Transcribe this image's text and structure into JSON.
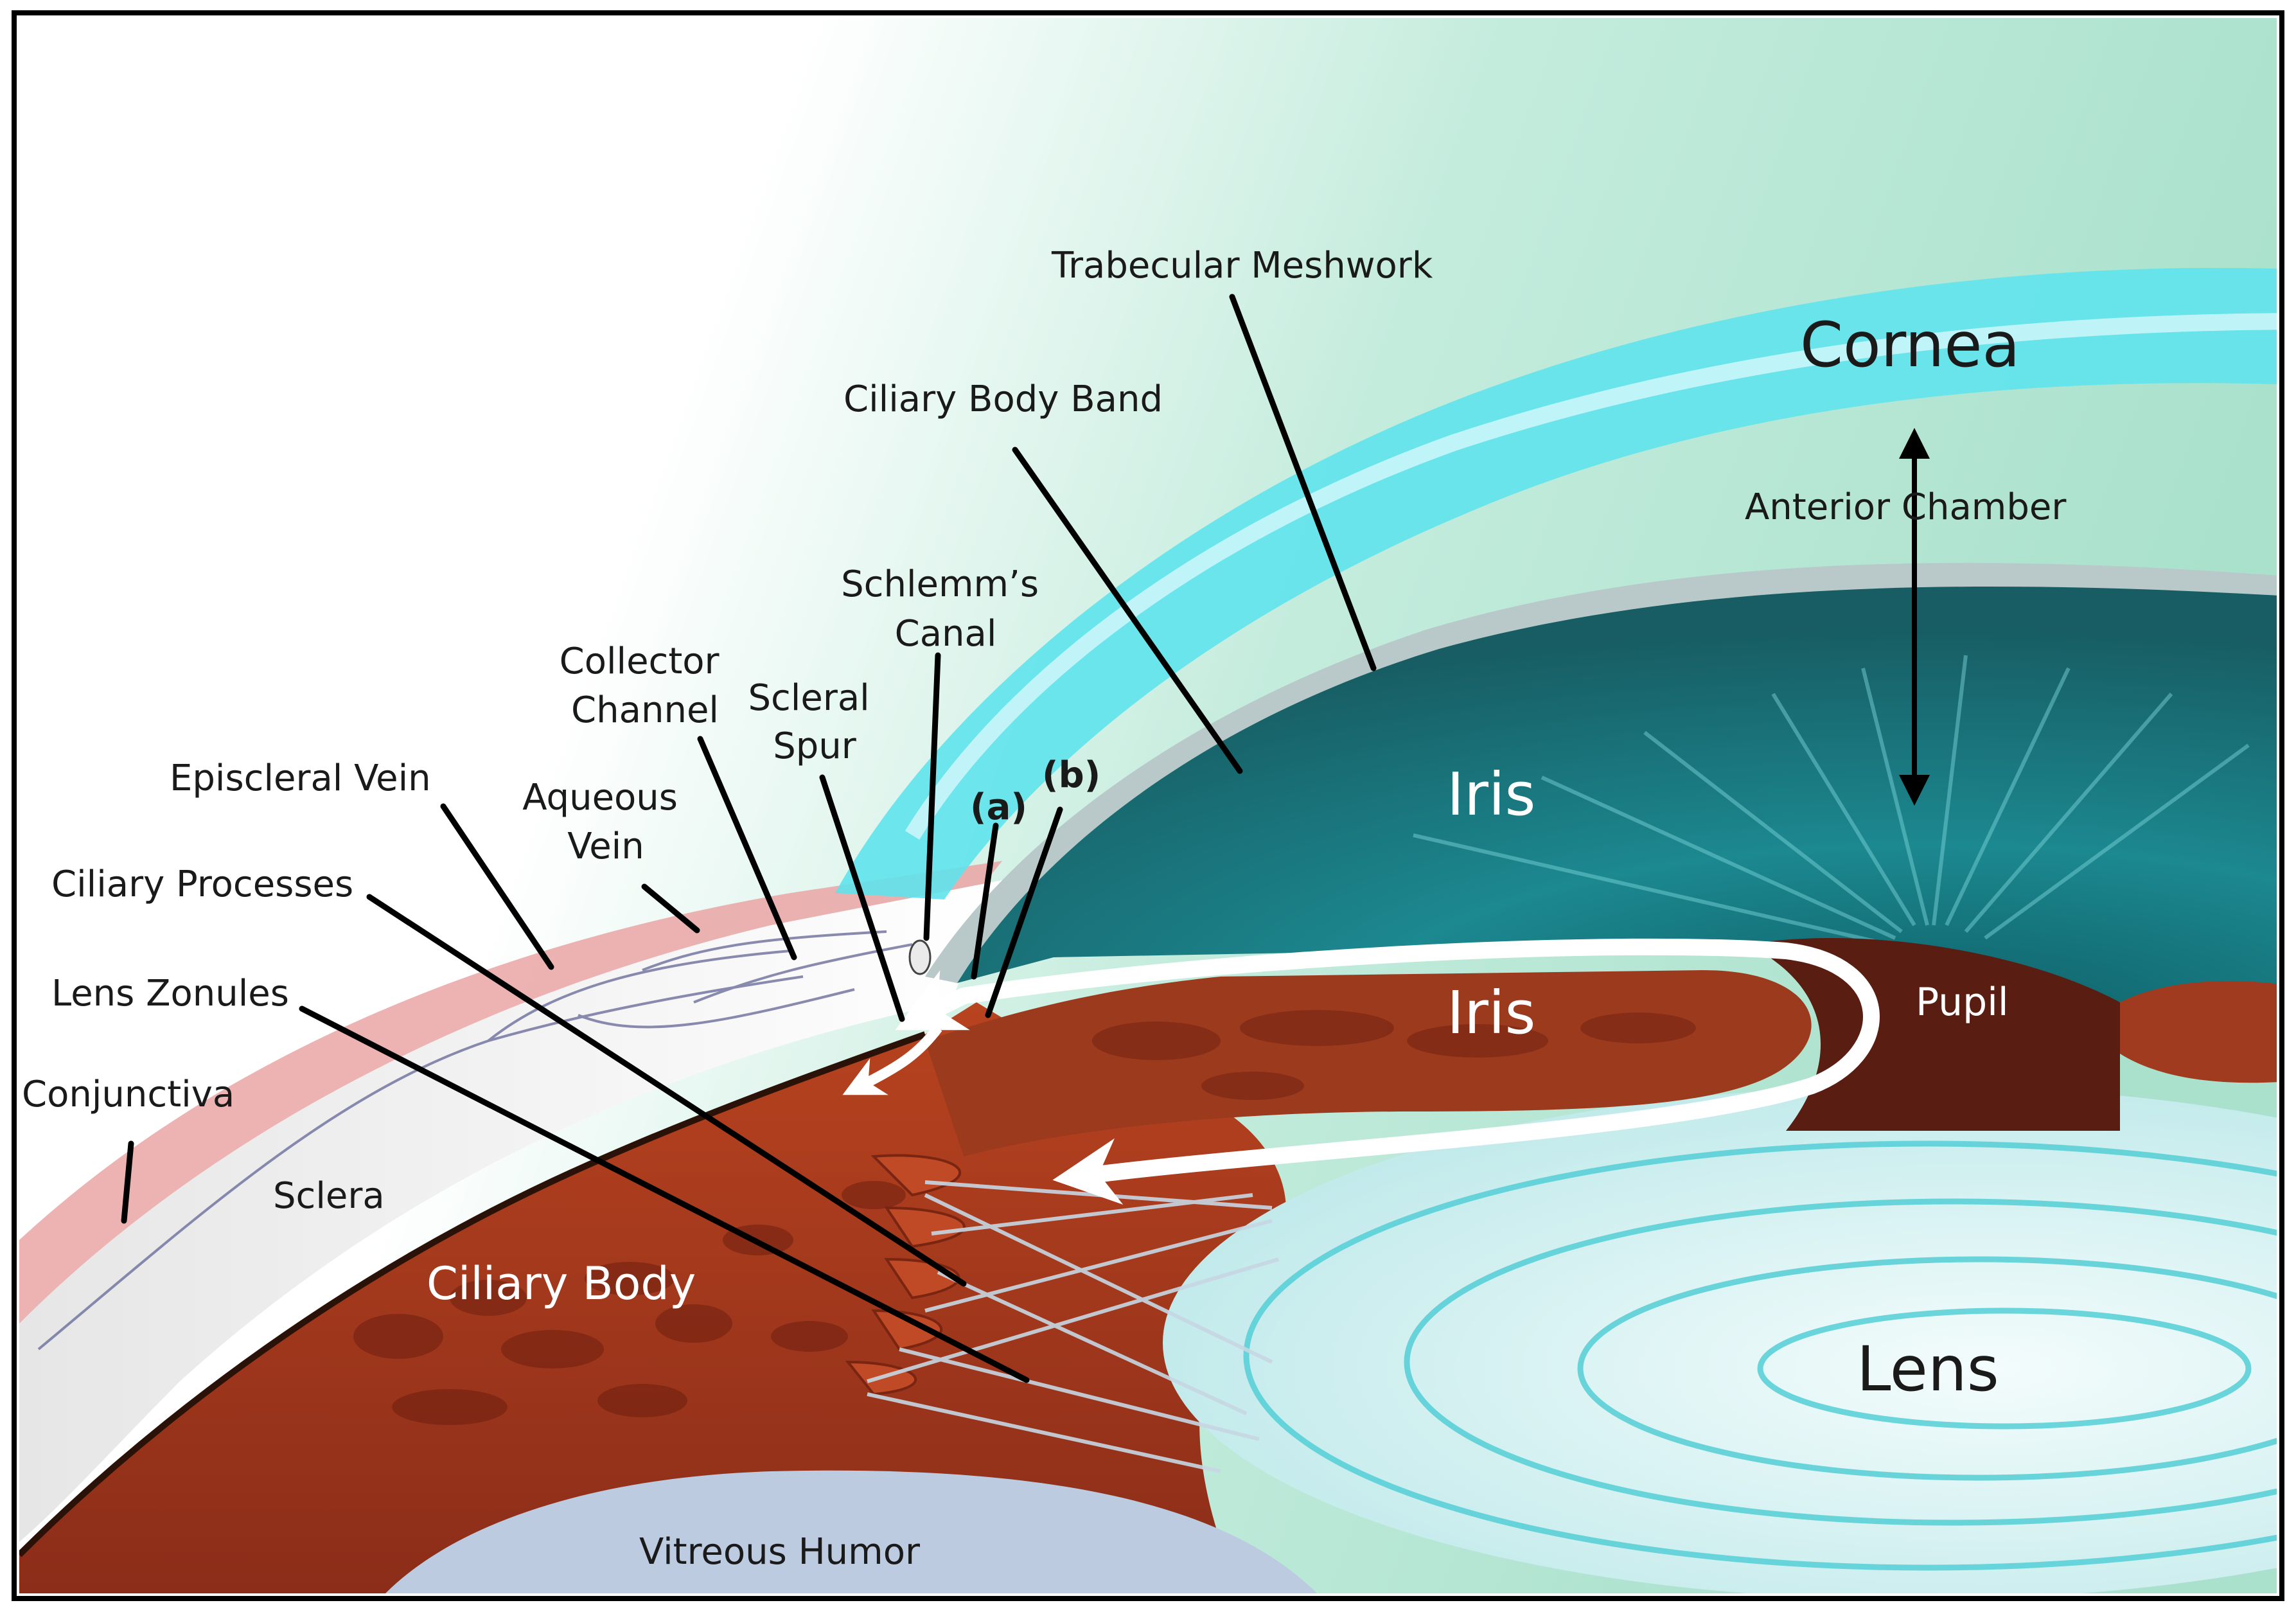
{
  "labels": {
    "trabecular_meshwork": "Trabecular Meshwork",
    "cornea": "Cornea",
    "ciliary_body_band": "Ciliary Body Band",
    "anterior_chamber": "Anterior Chamber",
    "schlemms_canal_line1": "Schlemm’s",
    "schlemms_canal_line2": "Canal",
    "collector_channel_line1": "Collector",
    "collector_channel_line2": "Channel",
    "scleral_spur_line1": "Scleral",
    "scleral_spur_line2": "Spur",
    "iris_upper": "Iris",
    "episcleral_vein": "Episcleral Vein",
    "aqueous_vein_line1": "Aqueous",
    "aqueous_vein_line2": "Vein",
    "pathway_a": "(a)",
    "pathway_b": "(b)",
    "ciliary_processes": "Ciliary Processes",
    "lens_zonules": "Lens Zonules",
    "iris_lower": "Iris",
    "pupil": "Pupil",
    "conjunctiva": "Conjunctiva",
    "sclera": "Sclera",
    "ciliary_body": "Ciliary Body",
    "lens": "Lens",
    "vitreous_humor": "Vitreous Humor"
  },
  "colors": {
    "background_tint": "#b5e6d3",
    "cornea": "#5fe3ec",
    "iris_stroma": "#1f7f86",
    "ciliary_tissue": "#a8391f",
    "sclera": "#f1f1f1",
    "conjunctiva": "#e9a3a3",
    "lens": "#d6f2f2",
    "vitreous": "#b9c9de",
    "aqueous_flow": "#ffffff"
  }
}
